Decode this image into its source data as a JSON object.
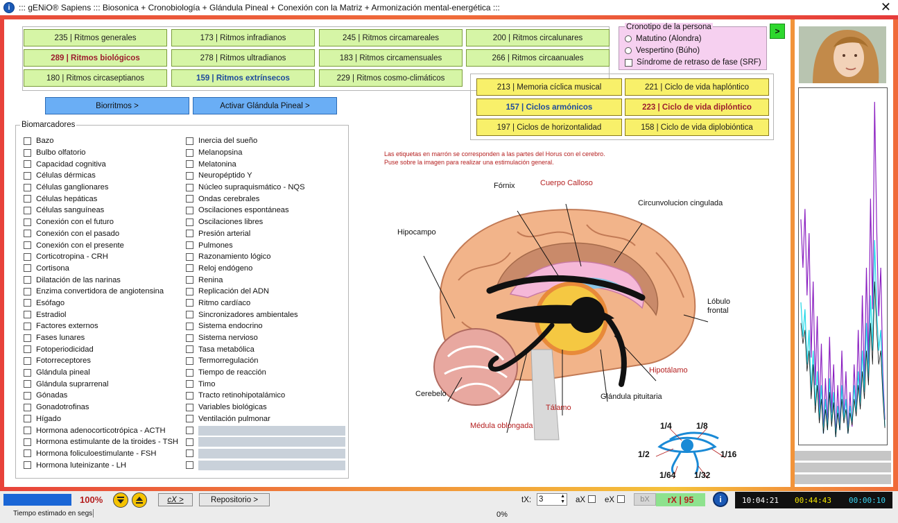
{
  "window": {
    "title": "::: gENiO® Sapiens ::: Biosonica + Cronobiología + Glándula Pineal + Conexión con la Matriz + Armonización mental-energética :::",
    "close": "✕"
  },
  "rhythms": [
    {
      "label": "235 | Ritmos generales",
      "style": "normal"
    },
    {
      "label": "173 | Ritmos infradianos",
      "style": "normal"
    },
    {
      "label": "245 | Ritmos circamareales",
      "style": "normal"
    },
    {
      "label": "200 | Ritmos circalunares",
      "style": "normal"
    },
    {
      "label": "289 | Ritmos biológicos",
      "style": "bold-red"
    },
    {
      "label": "278 | Ritmos ultradianos",
      "style": "normal"
    },
    {
      "label": "183 | Ritmos circamensuales",
      "style": "normal"
    },
    {
      "label": "266 | Ritmos circaanuales",
      "style": "normal"
    },
    {
      "label": "180 | Ritmos circaseptianos",
      "style": "normal"
    },
    {
      "label": "159 | Ritmos extrínsecos",
      "style": "bold-blue"
    },
    {
      "label": "229 | Ritmos cosmo-climáticos",
      "style": "normal"
    }
  ],
  "cycles": [
    {
      "label": "213 | Memoria cíclica musical",
      "style": "normal"
    },
    {
      "label": "221 | Ciclo de vida haplóntico",
      "style": "normal"
    },
    {
      "label": "157 | Ciclos armónicos",
      "style": "bold-blue"
    },
    {
      "label": "223 | Ciclo de vida diplóntico",
      "style": "bold-red"
    },
    {
      "label": "197 | Ciclos de horizontalidad",
      "style": "normal"
    },
    {
      "label": "158 | Ciclo de vida diplobióntica",
      "style": "normal"
    }
  ],
  "cronotipo": {
    "legend": "Cronotipo de la persona",
    "options": [
      "Matutino (Alondra)",
      "Vespertino (Búho)"
    ],
    "checkbox": "Síndrome de retraso de fase (SRF)",
    "go": ">"
  },
  "actions": {
    "biorritmos": "Biorritmos >",
    "pineal": "Activar Glándula Pineal >"
  },
  "biomarcadores": {
    "legend": "Biomarcadores",
    "col1": [
      "Bazo",
      "Bulbo olfatorio",
      "Capacidad cognitiva",
      "Células dérmicas",
      "Células ganglionares",
      "Células hepáticas",
      "Células sanguíneas",
      "Conexión con el futuro",
      "Conexión con el pasado",
      "Conexión con el presente",
      "Corticotropina - CRH",
      "Cortisona",
      "Dilatación de las narinas",
      "Enzima convertidora de angiotensina",
      "Esófago",
      "Estradiol",
      "Factores externos",
      "Fases lunares",
      "Fotoperiodicidad",
      "Fotorreceptores",
      "Glándula pineal",
      "Glándula suprarrenal",
      "Gónadas",
      "Gonadotrofinas",
      "Hígado",
      "Hormona adenocorticotrópica - ACTH",
      "Hormona estimulante de la tiroides - TSH",
      "Hormona foliculoestimulante - FSH",
      "Hormona luteinizante - LH"
    ],
    "col2": [
      "Inercia del sueño",
      "Melanopsina",
      "Melatonina",
      "Neuropéptido Y",
      "Núcleo supraquismático - NQS",
      "Ondas cerebrales",
      "Oscilaciones espontáneas",
      "Oscilaciones libres",
      "Presión arterial",
      "Pulmones",
      "Razonamiento lógico",
      "Reloj endógeno",
      "Renina",
      "Replicación del ADN",
      "Ritmo cardíaco",
      "Sincronizadores ambientales",
      "Sistema endocrino",
      "Sistema nervioso",
      "Tasa metabólica",
      "Termorregulación",
      "Tiempo de reacción",
      "Timo",
      "Tracto retinohipotalámico",
      "Variables biológicas",
      "Ventilación pulmonar"
    ]
  },
  "brain": {
    "note_line1": "Las etiquetas en marrón se corresponden a las partes del Horus con el cerebro.",
    "note_line2": "Puse sobre la imagen para realizar una estimulación general.",
    "labels": {
      "fornix": "Fórnix",
      "cuerpo_calloso": "Cuerpo Calloso",
      "circunvolucion": "Circunvolucion cingulada",
      "hipocampo": "Hipocampo",
      "lobulo": "Lóbulo",
      "frontal": "frontal",
      "hipotalamo": "Hipotálamo",
      "cerebelo": "Cerebelo",
      "glandula": "Glándula pituitaria",
      "talamo": "Tálamo",
      "medula": "Médula oblongada"
    },
    "eye_fractions": {
      "a": "1/4",
      "b": "1/8",
      "c": "1/2",
      "d": "1/16",
      "e": "1/64",
      "f": "1/32"
    }
  },
  "bottom": {
    "percent": "100%",
    "cx_button": "cX >",
    "repositorio": "Repositorio >",
    "tx_label": "tX:",
    "tx_value": "3",
    "ax_label": "aX",
    "ex_label": "eX",
    "bx_label": "bX",
    "rx_label": "rX | 95",
    "info": "i",
    "time1": "10:04:21",
    "time2": "00:44:43",
    "time3": "00:00:10",
    "status": "Tiempo estimado en segs.",
    "status_pct": "0%",
    "progress": 1.0
  },
  "colors": {
    "green_button": "#d6f5a6",
    "yellow_button": "#f8f06a",
    "blue_button": "#6aaef5",
    "bold_red": "#9c1c2e",
    "bold_blue": "#1e4a9c",
    "time1": "#ffffff",
    "time2": "#f5e600",
    "time3": "#3ad6f5"
  }
}
